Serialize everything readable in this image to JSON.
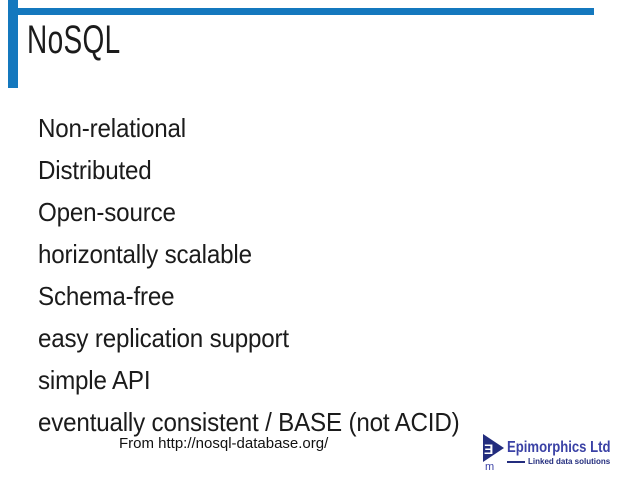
{
  "slide": {
    "title": "NoSQL",
    "bullets": [
      "Non-relational",
      "Distributed",
      "Open-source",
      "horizontally scalable",
      "Schema-free",
      "easy replication support",
      "simple API",
      "eventually consistent / BASE (not ACID)"
    ],
    "footer": {
      "source_note": "From http://nosql-database.org/"
    },
    "logo": {
      "name": "Epimorphics Ltd",
      "tagline": "Linked data solutions",
      "glyph_letter": "Ǝ",
      "glyph_sub": "m"
    },
    "colors": {
      "accent": "#1478BE",
      "text": "#1b1b1b",
      "logoName": "#3A41A5",
      "logoMark": "#232D7E"
    }
  }
}
